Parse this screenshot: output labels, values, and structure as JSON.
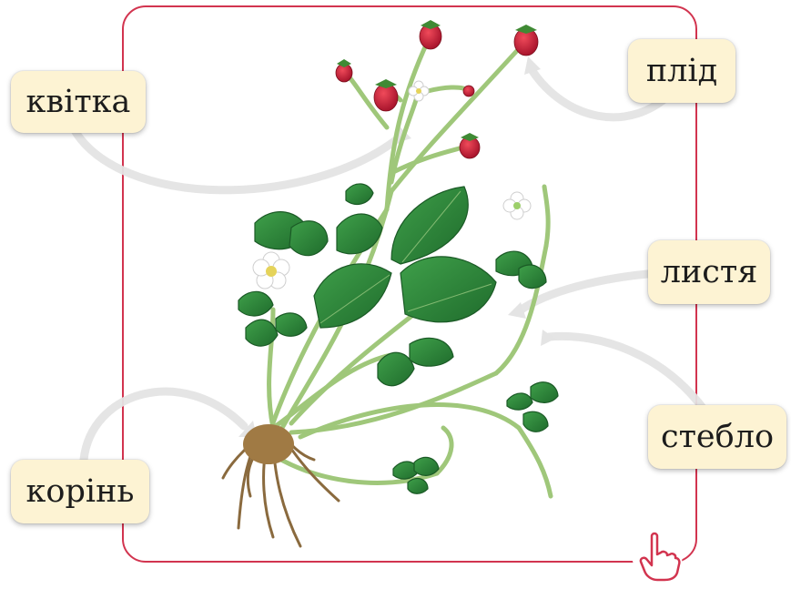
{
  "labels": {
    "flower": "квітка",
    "fruit": "плід",
    "leaves": "листя",
    "stem": "стебло",
    "root": "корінь"
  },
  "colors": {
    "frame": "#d2344f",
    "label_bg": "#fdf3d3",
    "leaf": "#2f8a3a",
    "berry": "#c8213a",
    "root": "#8a6a3e"
  },
  "icons": [
    "pointing-hand-icon"
  ]
}
